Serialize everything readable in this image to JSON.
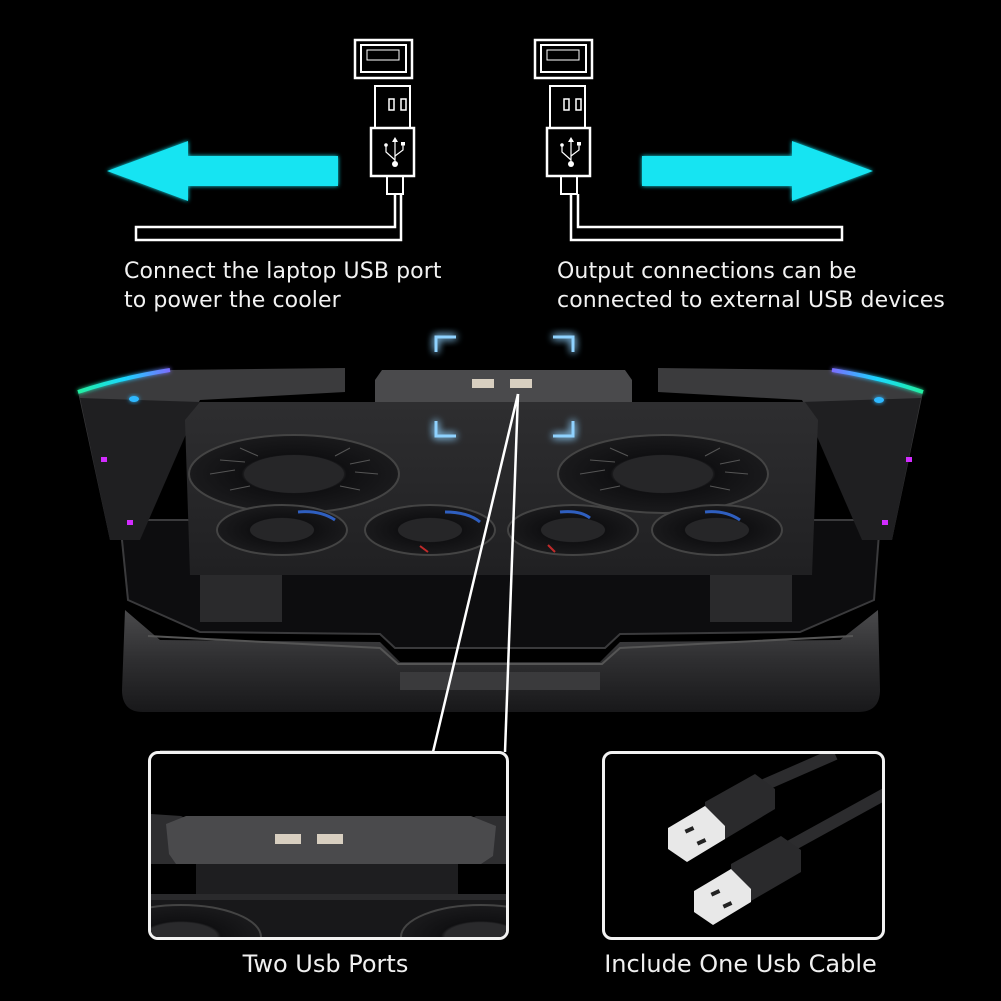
{
  "diagram": {
    "left_connection": {
      "caption_line1": "Connect the laptop USB port",
      "caption_line2": "to power the cooler",
      "arrow_direction": "left",
      "icon": "usb-icon"
    },
    "right_connection": {
      "caption_line1": "Output connections can be",
      "caption_line2": "connected to external USB devices",
      "arrow_direction": "right",
      "icon": "usb-icon"
    },
    "arrow_color": "#12e4f2",
    "glow_color": "#3aa0ff",
    "rgb_edge_colors": [
      "#23f0c0",
      "#19d2ff",
      "#7b5cff"
    ],
    "accent_magenta": "#d22cff"
  },
  "insets": [
    {
      "label": "Two Usb Ports",
      "subject": "usb-ports-closeup"
    },
    {
      "label": "Include One Usb Cable",
      "subject": "usb-cable-closeup"
    }
  ]
}
